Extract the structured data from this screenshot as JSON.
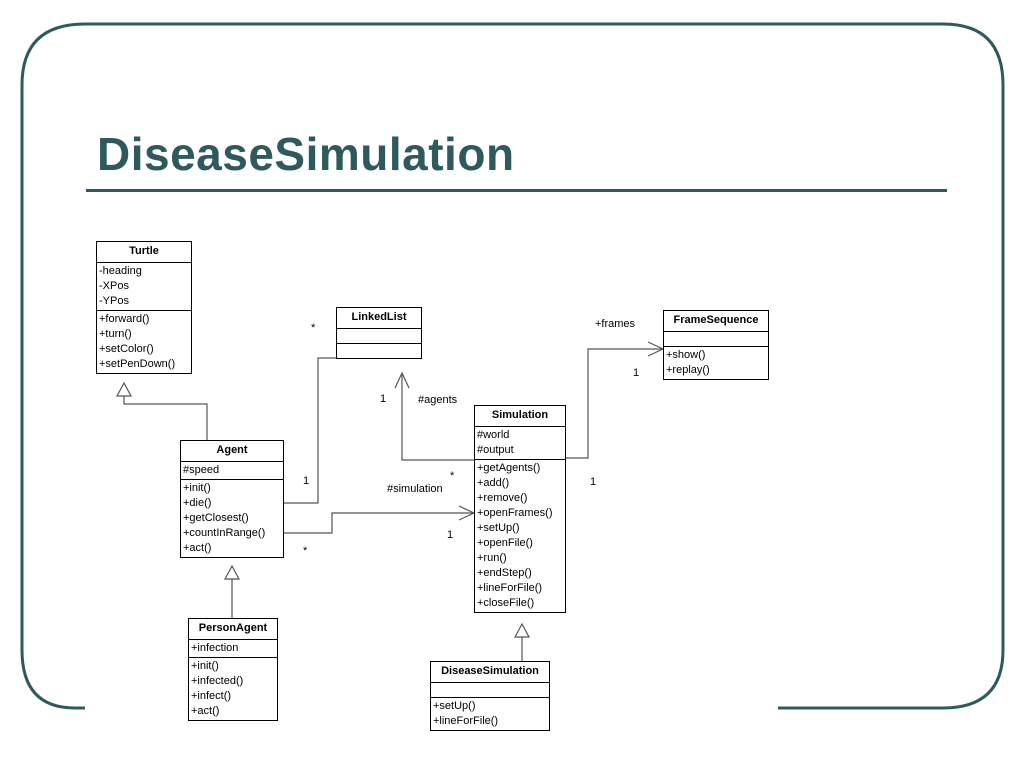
{
  "slide": {
    "title": "DiseaseSimulation"
  },
  "classes": {
    "turtle": {
      "name": "Turtle",
      "attributes": [
        "-heading",
        "-XPos",
        "-YPos"
      ],
      "operations": [
        "+forward()",
        "+turn()",
        "+setColor()",
        "+setPenDown()"
      ]
    },
    "linkedlist": {
      "name": "LinkedList",
      "attributes": [],
      "operations": []
    },
    "framesequence": {
      "name": "FrameSequence",
      "attributes": [],
      "operations": [
        "+show()",
        "+replay()"
      ]
    },
    "agent": {
      "name": "Agent",
      "attributes": [
        "#speed"
      ],
      "operations": [
        "+init()",
        "+die()",
        "+getClosest()",
        "+countInRange()",
        "+act()"
      ]
    },
    "simulation": {
      "name": "Simulation",
      "attributes": [
        "#world",
        "#output"
      ],
      "operations": [
        "+getAgents()",
        "+add()",
        "+remove()",
        "+openFrames()",
        "+setUp()",
        "+openFile()",
        "+run()",
        "+endStep()",
        "+lineForFile()",
        "+closeFile()"
      ]
    },
    "personagent": {
      "name": "PersonAgent",
      "attributes": [
        "+infection"
      ],
      "operations": [
        "+init()",
        "+infected()",
        "+infect()",
        "+act()"
      ]
    },
    "diseasesimulation": {
      "name": "DiseaseSimulation",
      "attributes": [],
      "operations": [
        "+setUp()",
        "+lineForFile()"
      ]
    }
  },
  "associations": {
    "agent_linkedlist": {
      "mult_agent": "1",
      "mult_list": "*"
    },
    "simulation_linkedlist": {
      "role": "#agents",
      "mult_list": "1",
      "mult_sim": "*"
    },
    "agent_simulation": {
      "role": "#simulation",
      "mult_agent": "*",
      "mult_sim": "1"
    },
    "simulation_framesequence": {
      "role": "+frames",
      "mult_fs": "1",
      "mult_sim": "1"
    }
  }
}
